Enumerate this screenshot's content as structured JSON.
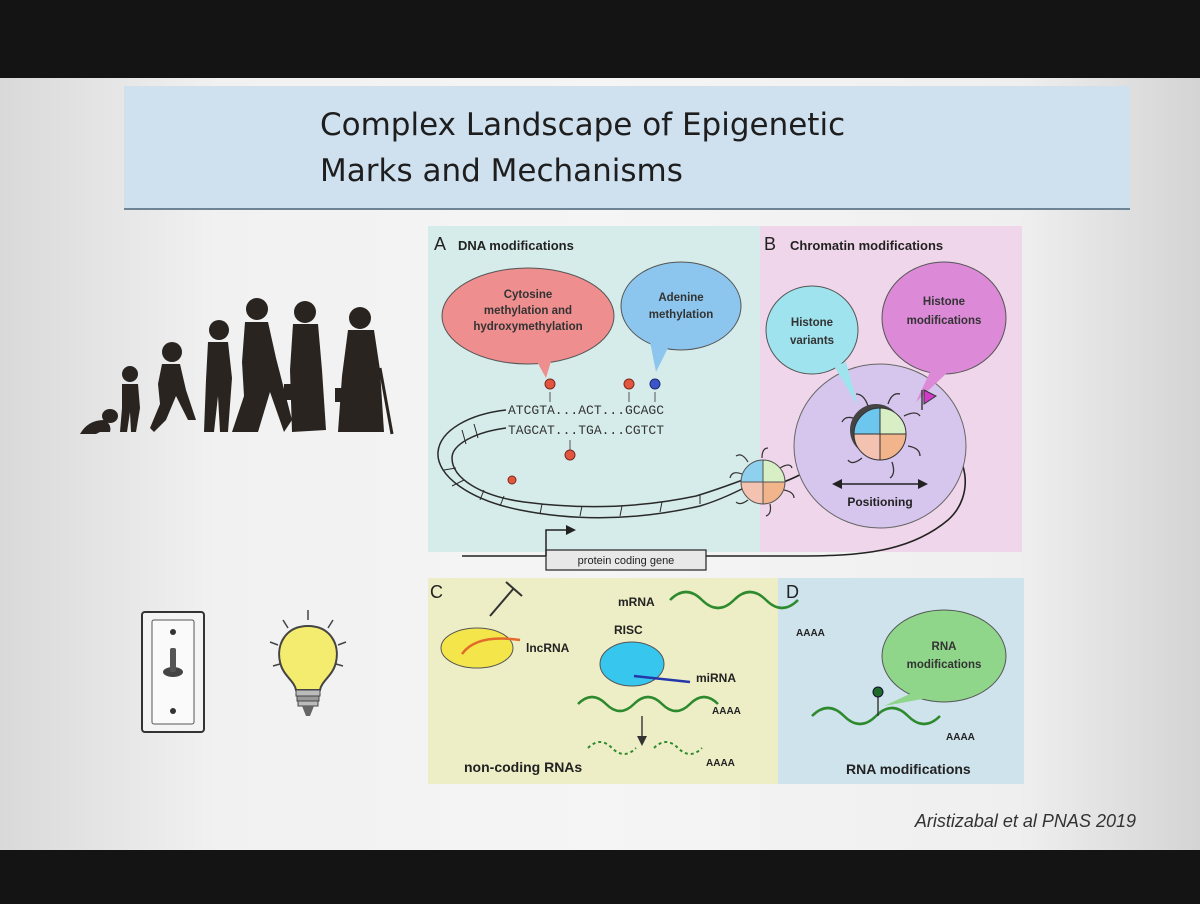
{
  "slide": {
    "title_line1": "Complex Landscape of Epigenetic",
    "title_line2": "Marks and Mechanisms",
    "citation": "Aristizabal et al PNAS 2019"
  },
  "figure": {
    "panel_a": {
      "letter": "A",
      "title": "DNA modifications"
    },
    "panel_b": {
      "letter": "B",
      "title": "Chromatin modifications"
    },
    "panel_c": {
      "letter": "C",
      "title": "non-coding RNAs"
    },
    "panel_d": {
      "letter": "D",
      "title": "RNA modifications"
    },
    "bubbles": {
      "cytosine_1": "Cytosine",
      "cytosine_2": "methylation and",
      "cytosine_3": "hydroxymethylation",
      "adenine_1": "Adenine",
      "adenine_2": "methylation",
      "variants_1": "Histone",
      "variants_2": "variants",
      "modifications_1": "Histone",
      "modifications_2": "modifications",
      "rna_mod_1": "RNA",
      "rna_mod_2": "modifications"
    },
    "sequence": {
      "top": "ATCGTA...ACT...GCAGC",
      "bottom": "TAGCAT...TGA...CGTCT"
    },
    "labels": {
      "positioning": "Positioning",
      "gene": "protein coding gene",
      "lncrna": "lncRNA",
      "risc": "RISC",
      "mirna": "miRNA",
      "mrna": "mRNA",
      "polya": "AAAA"
    },
    "colors": {
      "panel_a_bg": "#d6ecea",
      "panel_b_bg": "#f0d6ea",
      "panel_c_bg": "#eeeec6",
      "panel_d_bg": "#cfe3ec",
      "cytosine_bubble": "#ef8e8e",
      "adenine_bubble": "#8cc6ee",
      "variants_bubble": "#9fe3ee",
      "modifications_bubble": "#dc8ad8",
      "rna_bubble": "#8fd68a"
    }
  }
}
